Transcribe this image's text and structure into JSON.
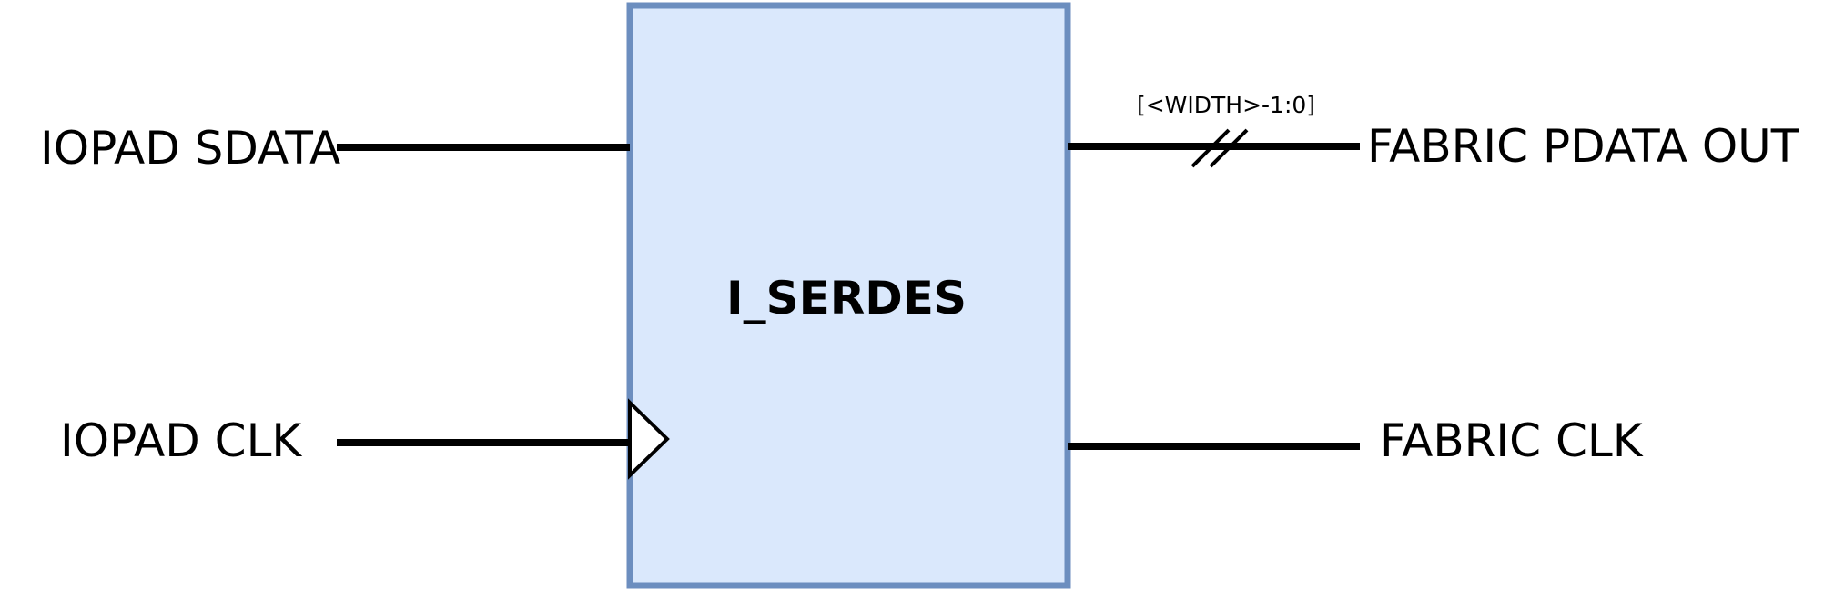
{
  "block": {
    "title": "I_SERDES",
    "fill_color": "#dae8fc",
    "stroke_color": "#6c8ebf"
  },
  "inputs": {
    "sdata_label": "IOPAD SDATA",
    "clk_label": "IOPAD CLK"
  },
  "outputs": {
    "pdata_label": "FABRIC PDATA OUT",
    "pdata_width": "[<WIDTH>-1:0]",
    "clk_label": "FABRIC CLK"
  },
  "wire_color": "#000000"
}
